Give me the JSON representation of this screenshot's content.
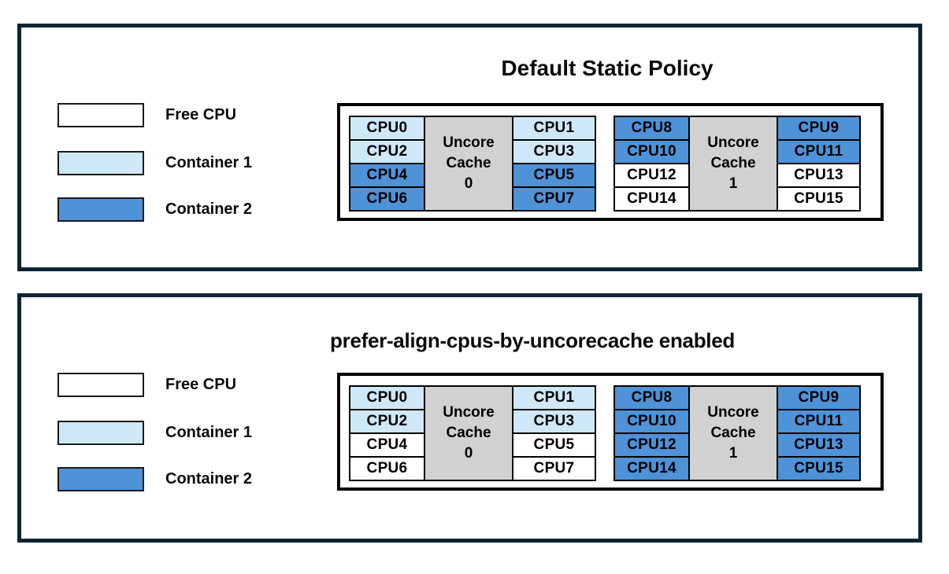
{
  "colors": {
    "frame": "#0b2433",
    "cell_border": "#000000",
    "free": "#ffffff",
    "container1": "#cfe8f7",
    "container2": "#4e92d8",
    "uncore_cache": "#d1d1d1"
  },
  "panels": [
    {
      "title": "Default Static Policy",
      "legend": [
        {
          "label": "Free CPU",
          "fill": "free"
        },
        {
          "label": "Container 1",
          "fill": "container1"
        },
        {
          "label": "Container 2",
          "fill": "container2"
        }
      ],
      "groups": [
        {
          "cache": {
            "lines": [
              "Uncore",
              "Cache",
              "0"
            ]
          },
          "left": [
            {
              "label": "CPU0",
              "fill": "container1"
            },
            {
              "label": "CPU2",
              "fill": "container1"
            },
            {
              "label": "CPU4",
              "fill": "container2"
            },
            {
              "label": "CPU6",
              "fill": "container2"
            }
          ],
          "right": [
            {
              "label": "CPU1",
              "fill": "container1"
            },
            {
              "label": "CPU3",
              "fill": "container1"
            },
            {
              "label": "CPU5",
              "fill": "container2"
            },
            {
              "label": "CPU7",
              "fill": "container2"
            }
          ]
        },
        {
          "cache": {
            "lines": [
              "Uncore",
              "Cache",
              "1"
            ]
          },
          "left": [
            {
              "label": "CPU8",
              "fill": "container2"
            },
            {
              "label": "CPU10",
              "fill": "container2"
            },
            {
              "label": "CPU12",
              "fill": "free"
            },
            {
              "label": "CPU14",
              "fill": "free"
            }
          ],
          "right": [
            {
              "label": "CPU9",
              "fill": "container2"
            },
            {
              "label": "CPU11",
              "fill": "container2"
            },
            {
              "label": "CPU13",
              "fill": "free"
            },
            {
              "label": "CPU15",
              "fill": "free"
            }
          ]
        }
      ]
    },
    {
      "title": "prefer-align-cpus-by-uncorecache enabled",
      "legend": [
        {
          "label": "Free CPU",
          "fill": "free"
        },
        {
          "label": "Container 1",
          "fill": "container1"
        },
        {
          "label": "Container 2",
          "fill": "container2"
        }
      ],
      "groups": [
        {
          "cache": {
            "lines": [
              "Uncore",
              "Cache",
              "0"
            ]
          },
          "left": [
            {
              "label": "CPU0",
              "fill": "container1"
            },
            {
              "label": "CPU2",
              "fill": "container1"
            },
            {
              "label": "CPU4",
              "fill": "free"
            },
            {
              "label": "CPU6",
              "fill": "free"
            }
          ],
          "right": [
            {
              "label": "CPU1",
              "fill": "container1"
            },
            {
              "label": "CPU3",
              "fill": "container1"
            },
            {
              "label": "CPU5",
              "fill": "free"
            },
            {
              "label": "CPU7",
              "fill": "free"
            }
          ]
        },
        {
          "cache": {
            "lines": [
              "Uncore",
              "Cache",
              "1"
            ]
          },
          "left": [
            {
              "label": "CPU8",
              "fill": "container2"
            },
            {
              "label": "CPU10",
              "fill": "container2"
            },
            {
              "label": "CPU12",
              "fill": "container2"
            },
            {
              "label": "CPU14",
              "fill": "container2"
            }
          ],
          "right": [
            {
              "label": "CPU9",
              "fill": "container2"
            },
            {
              "label": "CPU11",
              "fill": "container2"
            },
            {
              "label": "CPU13",
              "fill": "container2"
            },
            {
              "label": "CPU15",
              "fill": "container2"
            }
          ]
        }
      ]
    }
  ]
}
